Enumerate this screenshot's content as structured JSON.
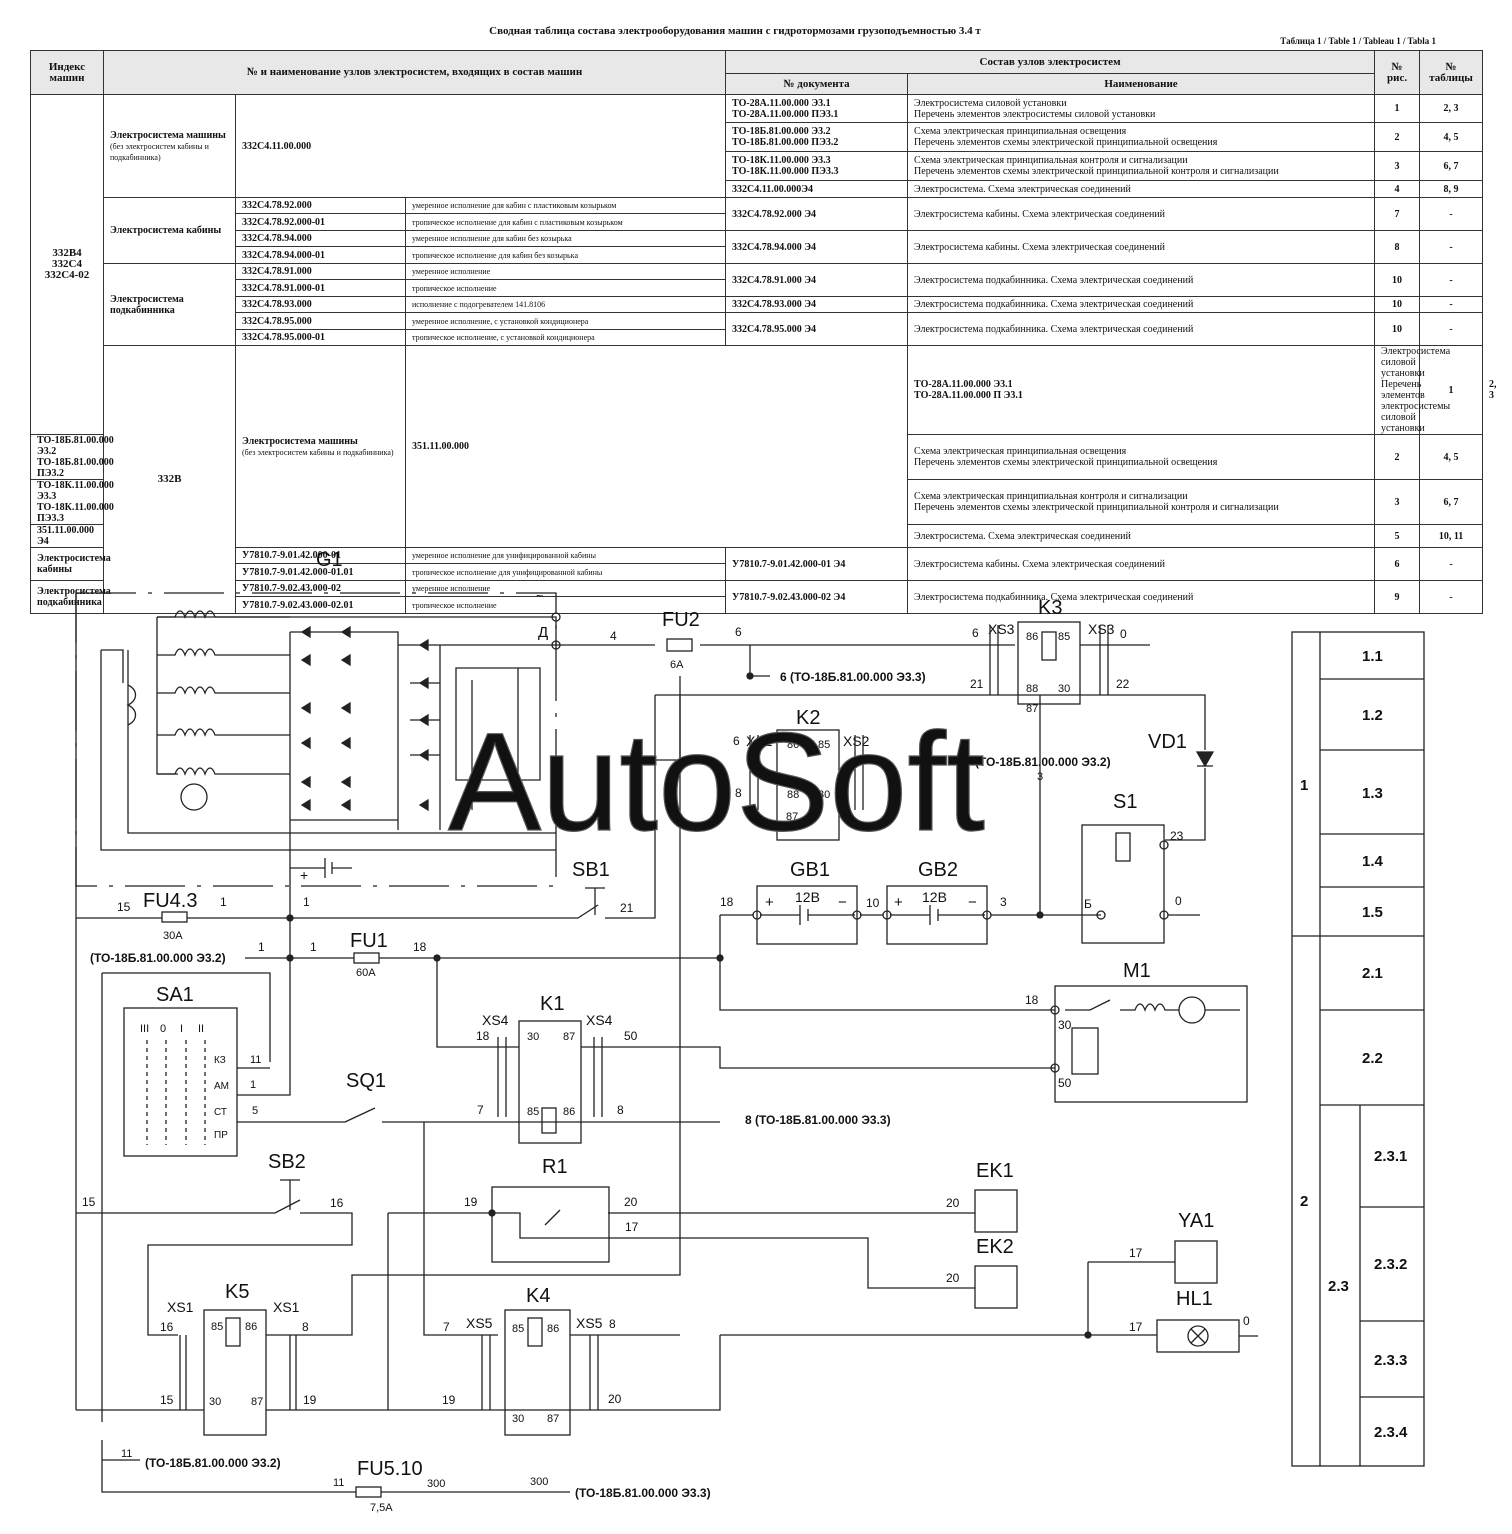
{
  "header": {
    "title": "Сводная таблица состава электрооборудования машин с гидротормозами грузоподъемностью 3.4 т",
    "table_ref": "Таблица 1 / Table 1 / Tableau 1 / Tabla 1"
  },
  "table": {
    "col_index": "Индекс машин",
    "col_units": "№ и наименование узлов электросистем, входящих в состав машин",
    "col_group": "Состав узлов электросистем",
    "col_doc": "№ документа",
    "col_name": "Наименование",
    "col_fig": "№ рис.",
    "col_tab": "№ таблицы",
    "g1_index": "332В4\n332С4\n332С4-02",
    "g2_index": "332В",
    "sys_machine": "Электросистема машины",
    "sys_machine_note": "(без электросистем кабины и подкабинника)",
    "sys_cab": "Электросистема кабины",
    "sys_sub": "Электросистема подкабинника",
    "g1_machine_num": "332С4.11.00.000",
    "g2_machine_num": "351.11.00.000",
    "g1_cab": [
      {
        "num": "332С4.78.92.000",
        "note": "умеренное исполнение для кабин с пластиковым козырьком"
      },
      {
        "num": "332С4.78.92.000-01",
        "note": "тропическое исполнение для кабин с пластиковым козырьком"
      },
      {
        "num": "332С4.78.94.000",
        "note": "умеренное исполнение для кабин без козырька"
      },
      {
        "num": "332С4.78.94.000-01",
        "note": "тропическое исполнение для кабин без козырька"
      }
    ],
    "g1_sub": [
      {
        "num": "332С4.78.91.000",
        "note": "умеренное исполнение"
      },
      {
        "num": "332С4.78.91.000-01",
        "note": "тропическое исполнение"
      },
      {
        "num": "332С4.78.93.000",
        "note": "исполнение с подогревателем 141.8106"
      },
      {
        "num": "332С4.78.95.000",
        "note": "умеренное исполнение, с установкой кондиционера"
      },
      {
        "num": "332С4.78.95.000-01",
        "note": "тропическое исполнение, с установкой кондиционера"
      }
    ],
    "g2_cab": [
      {
        "num": "У7810.7-9.01.42.000-01",
        "note": "умеренное исполнение для унифицированной кабины"
      },
      {
        "num": "У7810.7-9.01.42.000-01.01",
        "note": "тропическое исполнение для унифицированной кабины"
      }
    ],
    "g2_sub": [
      {
        "num": "У7810.7-9.02.43.000-02",
        "note": "умеренное исполнение"
      },
      {
        "num": "У7810.7-9.02.43.000-02.01",
        "note": "тропическое исполнение"
      }
    ],
    "docs": {
      "d1a": "ТО-28А.11.00.000 Э3.1",
      "d1b": "ТО-28А.11.00.000 ПЭ3.1",
      "n1a": "Электросистема силовой установки",
      "n1b": "Перечень элементов электросистемы силовой установки",
      "d2a": "ТО-18Б.81.00.000 Э3.2",
      "d2b": "ТО-18Б.81.00.000 ПЭ3.2",
      "n2a": "Схема электрическая принципиальная освещения",
      "n2b": "Перечень элементов схемы электрической принципиальной освещения",
      "d3a": "ТО-18К.11.00.000 Э3.3",
      "d3b": "ТО-18К.11.00.000 ПЭ3.3",
      "n3a": "Схема электрическая принципиальная контроля и сигнализации",
      "n3b": "Перечень элементов схемы электрической принципиальной контроля и сигнализации",
      "d4": "332С4.11.00.000Э4",
      "n4": "Электросистема. Схема электрическая соединений",
      "d7": "332С4.78.92.000 Э4",
      "n7": "Электросистема кабины. Схема электрическая соединений",
      "d8": "332С4.78.94.000 Э4",
      "n8": "Электросистема кабины. Схема электрическая соединений",
      "d10a": "332С4.78.91.000 Э4",
      "n10a": "Электросистема подкабинника. Схема электрическая соединений",
      "d10b": "332С4.78.93.000 Э4",
      "n10b": "Электросистема подкабинника. Схема электрическая соединений",
      "d10c": "332С4.78.95.000 Э4",
      "n10c": "Электросистема подкабинника. Схема электрическая соединений",
      "e1b": "ТО-28А.11.00.000 П Э3.1",
      "d5": "351.11.00.000 Э4",
      "n5": "Электросистема. Схема электрическая соединений",
      "d6": "У7810.7-9.01.42.000-01 Э4",
      "n6": "Электросистема кабины. Схема электрическая соединений",
      "d9": "У7810.7-9.02.43.000-02 Э4",
      "n9": "Электросистема подкабинника. Схема электрическая соединений"
    },
    "figs": {
      "f1": "1",
      "f2": "2",
      "f3": "3",
      "f4": "4",
      "f7": "7",
      "f8": "8",
      "f10": "10",
      "f5": "5",
      "f6": "6",
      "f9": "9"
    },
    "tabs": {
      "t1": "2, 3",
      "t2": "4, 5",
      "t3": "6, 7",
      "t4": "8, 9",
      "tdash": "-",
      "t5": "10, 11"
    }
  },
  "diagram": {
    "components": [
      "G1",
      "FU2",
      "K3",
      "K2",
      "VD1",
      "S1",
      "GB1",
      "GB2",
      "SB1",
      "FU4.3",
      "FU1",
      "SA1",
      "K1",
      "M1",
      "SQ1",
      "R1",
      "SB2",
      "EK1",
      "EK2",
      "YA1",
      "HL1",
      "K5",
      "K4",
      "FU5.10",
      "XS1",
      "XS2",
      "XS3",
      "XS4",
      "XS5"
    ],
    "ratings": {
      "fu2": "6А",
      "fu43": "30А",
      "fu1": "60А",
      "fu510": "7,5А",
      "gb1": "12В",
      "gb2": "12В"
    },
    "refs": {
      "r1": "6 (ТО-18Б.81.00.000 Э3.3)",
      "r2": "(ТО-18Б.81.00.000 Э3.2)",
      "r3": "(ТО-18Б.81.00.000 Э3.2)",
      "r4": "8 (ТО-18Б.81.00.000 Э3.3)",
      "r5": "(ТО-18Б.81.00.000 Э3.2)",
      "r6": "(ТО-18Б.81.00.000 Э3.3)"
    },
    "sa1_positions": [
      "III",
      "0",
      "I",
      "II"
    ],
    "sa1_contacts": [
      "КЗ",
      "АМ",
      "СТ",
      "ПР"
    ],
    "watermark": "AutoSoft"
  },
  "index_table": {
    "level1": [
      "1",
      "2"
    ],
    "level2": [
      "1.1",
      "1.2",
      "1.3",
      "1.4",
      "1.5",
      "2.1",
      "2.2",
      "2.3"
    ],
    "level3": [
      "2.3.1",
      "2.3.2",
      "2.3.3",
      "2.3.4"
    ]
  }
}
